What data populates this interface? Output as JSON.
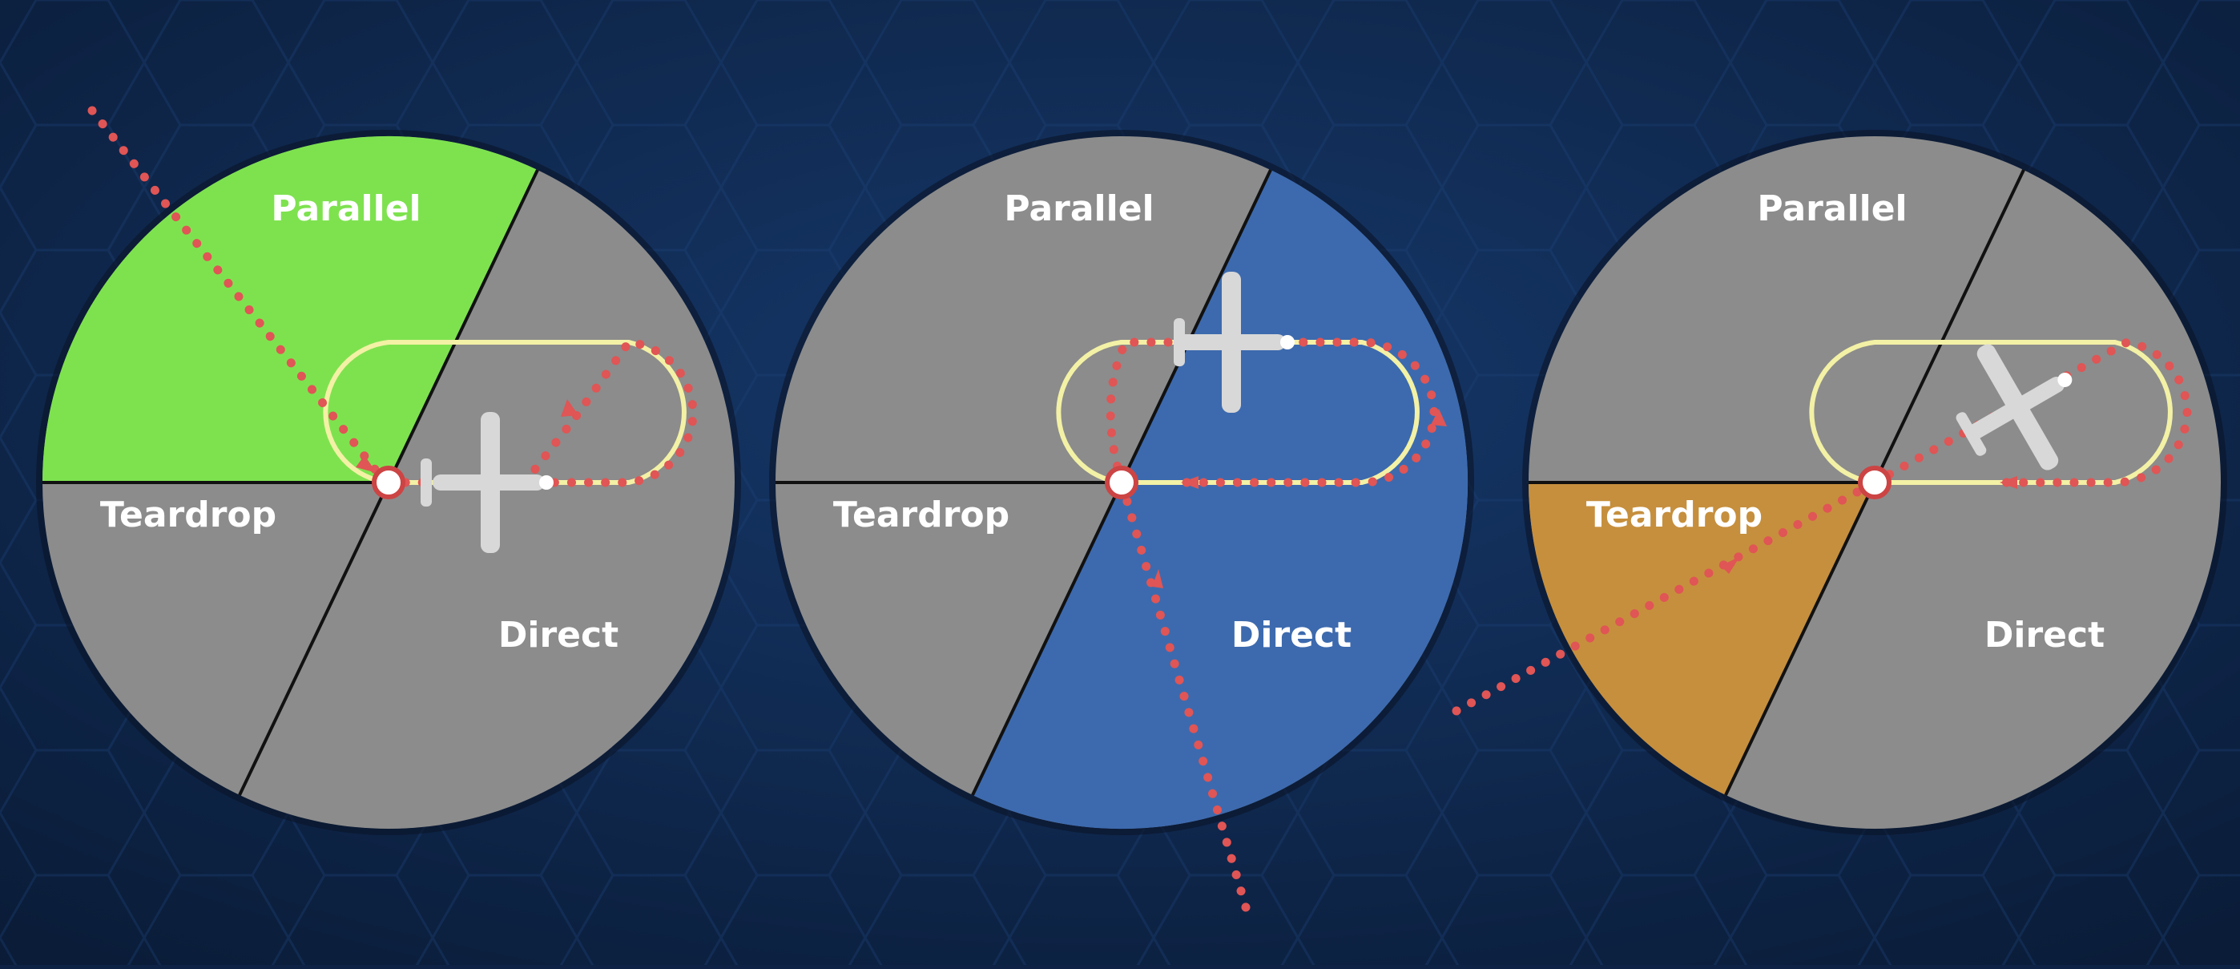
{
  "labels": {
    "parallel": "Parallel",
    "teardrop": "Teardrop",
    "direct": "Direct"
  },
  "colors": {
    "background": "#0d2244",
    "sector_gray": "#8c8c8c",
    "parallel_highlight": "#7ee24f",
    "direct_highlight": "#3d6aae",
    "teardrop_highlight": "#c68f3d",
    "holding_pattern": "#f3f1a5",
    "track_dots": "#e05555",
    "aircraft": "#d8d8d8"
  },
  "panels": [
    {
      "highlighted_sector": "parallel"
    },
    {
      "highlighted_sector": "direct"
    },
    {
      "highlighted_sector": "teardrop"
    }
  ]
}
